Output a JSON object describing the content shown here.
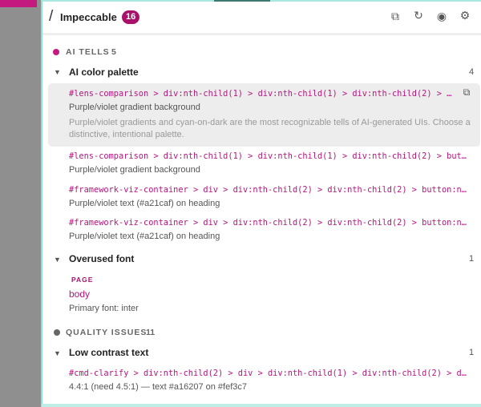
{
  "header": {
    "slash": "/",
    "title": "Impeccable",
    "badge": "16",
    "icons": [
      "copy-icon",
      "refresh-icon",
      "eye-icon",
      "gear-icon"
    ]
  },
  "colors": {
    "accent": "#a8106a",
    "ai_dot": "#c4197f",
    "quality_dot": "#666666"
  },
  "categories": [
    {
      "label": "AI TELLS",
      "count": "5",
      "groups": [
        {
          "title": "AI color palette",
          "count": "4",
          "items": [
            {
              "selector": "#lens-comparison > div:nth-child(1) > div:nth-child(1) > div:nth-child(2) > d…",
              "description": "Purple/violet gradient background",
              "explanation": "Purple/violet gradients and cyan-on-dark are the most recognizable tells of AI-generated UIs. Choose a distinctive, intentional palette."
            },
            {
              "selector": "#lens-comparison > div:nth-child(1) > div:nth-child(1) > div:nth-child(2) > butto…",
              "description": "Purple/violet gradient background"
            },
            {
              "selector": "#framework-viz-container > div > div:nth-child(2) > div:nth-child(2) > button:nth…",
              "description": "Purple/violet text (#a21caf) on heading"
            },
            {
              "selector": "#framework-viz-container > div > div:nth-child(2) > div:nth-child(2) > button:nth…",
              "description": "Purple/violet text (#a21caf) on heading"
            }
          ]
        },
        {
          "title": "Overused font",
          "count": "1",
          "items": [
            {
              "scope": "PAGE",
              "selector": "body",
              "description": "Primary font: inter"
            }
          ]
        }
      ]
    },
    {
      "label": "QUALITY ISSUES",
      "count": "11",
      "groups": [
        {
          "title": "Low contrast text",
          "count": "1",
          "items": [
            {
              "selector": "#cmd-clarify > div:nth-child(2) > div > div:nth-child(1) > div:nth-child(2) > div…",
              "description": "4.4:1 (need 4.5:1) — text #a16207 on #fef3c7"
            }
          ]
        }
      ]
    }
  ]
}
